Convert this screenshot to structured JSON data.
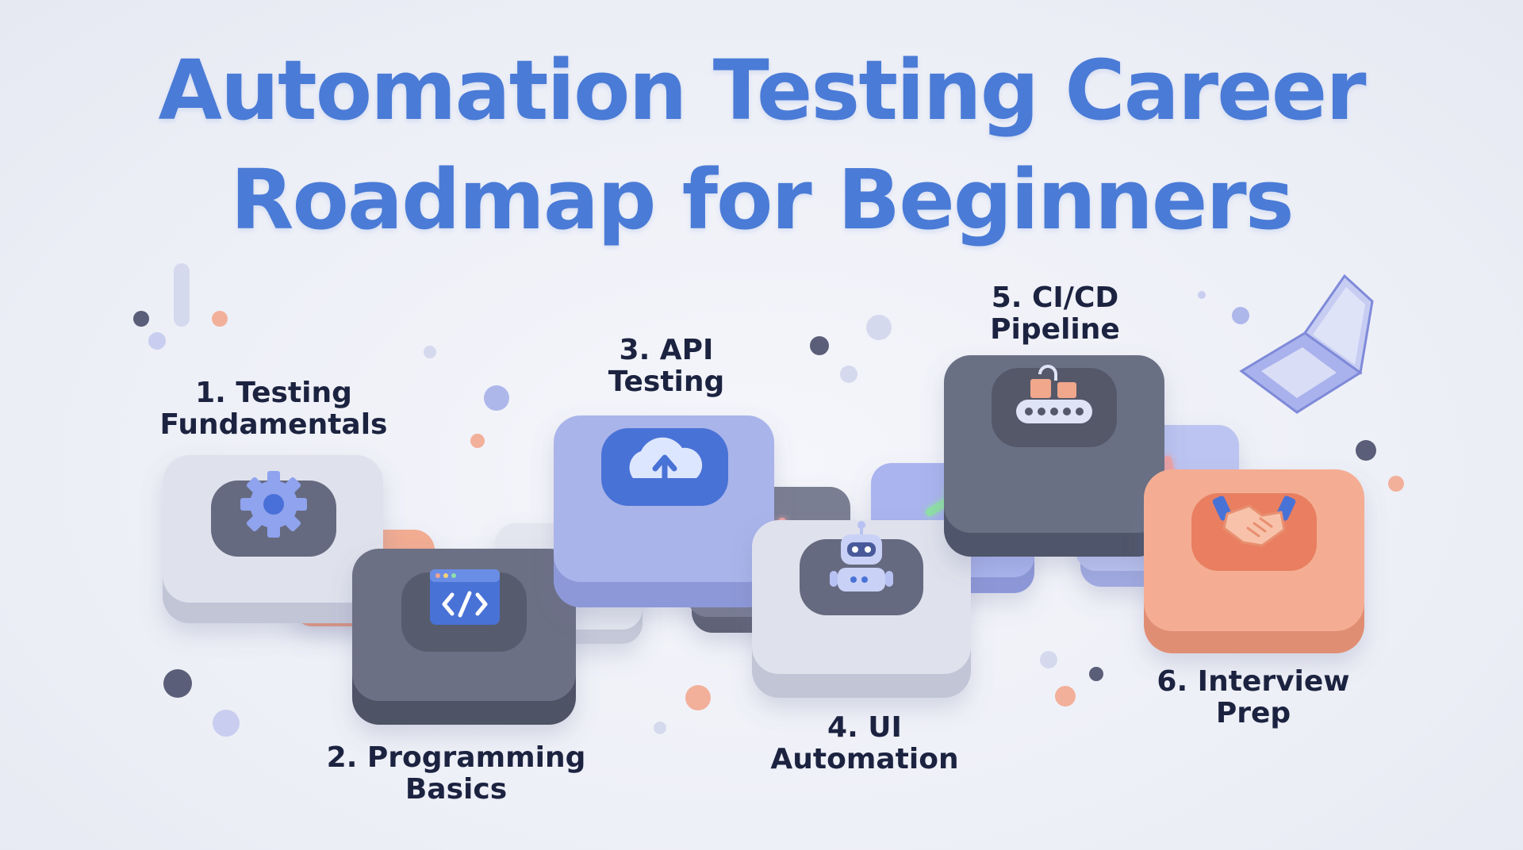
{
  "title": {
    "line1": "Automation Testing Career",
    "line2": "Roadmap for Beginners"
  },
  "steps": [
    {
      "line1": "1. Testing",
      "line2": "Fundamentals",
      "icon": "gear-icon",
      "color": "#d9dbe7"
    },
    {
      "line1": "2. Programming",
      "line2": "Basics",
      "icon": "code-window-icon",
      "color": "#6b6f82"
    },
    {
      "line1": "3. API",
      "line2": "Testing",
      "icon": "cloud-upload-icon",
      "color": "#a9b4ea"
    },
    {
      "line1": "4. UI",
      "line2": "Automation",
      "icon": "robot-icon",
      "color": "#d9dbe7"
    },
    {
      "line1": "5. CI/CD",
      "line2": "Pipeline",
      "icon": "conveyor-belt-icon",
      "color": "#6b6f82"
    },
    {
      "line1": "6. Interview",
      "line2": "Prep",
      "icon": "handshake-icon",
      "color": "#f0a78c"
    }
  ],
  "colors": {
    "title": "#4a7bd6",
    "label": "#1c2340",
    "accent_blue": "#4a7bd6",
    "accent_orange": "#f0a78c",
    "arrow_green": "#8fe0a6",
    "arrow_pink": "#f2a4a4"
  },
  "decor_icon": "laptop-icon"
}
